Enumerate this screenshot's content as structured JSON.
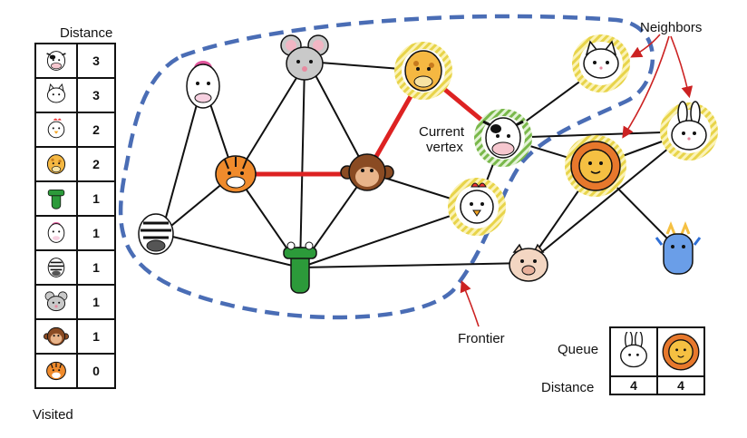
{
  "labels": {
    "distance_top": "Distance",
    "visited": "Visited",
    "neighbors": "Neighbors",
    "current_vertex_line1": "Current",
    "current_vertex_line2": "vertex",
    "frontier": "Frontier",
    "queue": "Queue",
    "queue_distance": "Distance"
  },
  "visited_list": [
    {
      "animal": "cow",
      "distance": "3"
    },
    {
      "animal": "cat",
      "distance": "3"
    },
    {
      "animal": "chicken",
      "distance": "2"
    },
    {
      "animal": "giraffe",
      "distance": "2"
    },
    {
      "animal": "crocodile",
      "distance": "1"
    },
    {
      "animal": "unicorn",
      "distance": "1"
    },
    {
      "animal": "zebra",
      "distance": "1"
    },
    {
      "animal": "mouse",
      "distance": "1"
    },
    {
      "animal": "monkey",
      "distance": "1"
    },
    {
      "animal": "tiger",
      "distance": "0"
    }
  ],
  "queue": [
    {
      "animal": "rabbit",
      "distance": "4"
    },
    {
      "animal": "lion",
      "distance": "4"
    }
  ],
  "colors": {
    "frontier": "#4a6db5",
    "path": "#dd2222",
    "arrow": "#cc2222",
    "frontier_ring": "#e8d44a",
    "current_ring": "#79b84a"
  }
}
